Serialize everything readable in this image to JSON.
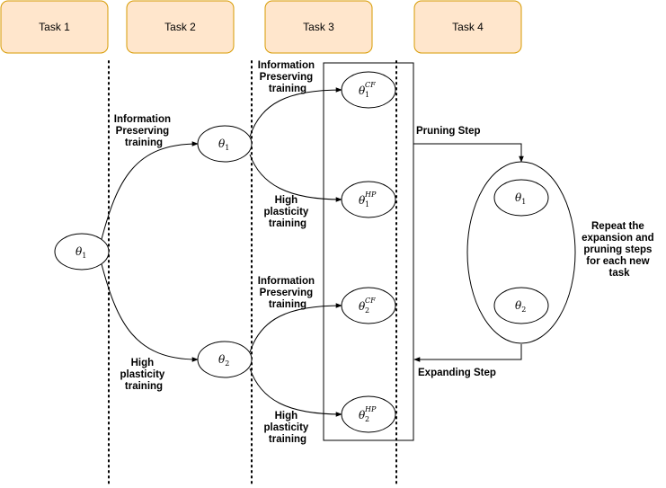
{
  "tasks": [
    "Task 1",
    "Task 2",
    "Task 3",
    "Task 4"
  ],
  "nodes": {
    "theta1_root": {
      "sym": "θ",
      "sub": "1",
      "sup": ""
    },
    "theta1_t2": {
      "sym": "θ",
      "sub": "1",
      "sup": ""
    },
    "theta2_t2": {
      "sym": "θ",
      "sub": "2",
      "sup": ""
    },
    "theta1_cf": {
      "sym": "θ",
      "sub": "1",
      "sup": "CF"
    },
    "theta1_hp": {
      "sym": "θ",
      "sub": "1",
      "sup": "HP"
    },
    "theta2_cf": {
      "sym": "θ",
      "sub": "2",
      "sup": "CF"
    },
    "theta2_hp": {
      "sym": "θ",
      "sub": "2",
      "sup": "HP"
    },
    "pruned_theta1": {
      "sym": "θ",
      "sub": "1",
      "sup": ""
    },
    "pruned_theta2": {
      "sym": "θ",
      "sub": "2",
      "sup": ""
    }
  },
  "labels": {
    "info_t2": [
      "Information",
      "Preserving",
      "training"
    ],
    "high_t2": [
      "High",
      "plasticity",
      "training"
    ],
    "info_t3_top": [
      "Information",
      "Preserving",
      "training"
    ],
    "high_t3_top": [
      "High",
      "plasticity",
      "training"
    ],
    "info_t3_bottom": [
      "Information",
      "Preserving",
      "training"
    ],
    "high_t3_bottom": [
      "High",
      "plasticity",
      "training"
    ],
    "pruning_step": "Pruning Step",
    "expanding_step": "Expanding Step",
    "repeat_note": [
      "Repeat the",
      "expansion and",
      "pruning steps",
      "for each new",
      "task"
    ]
  }
}
